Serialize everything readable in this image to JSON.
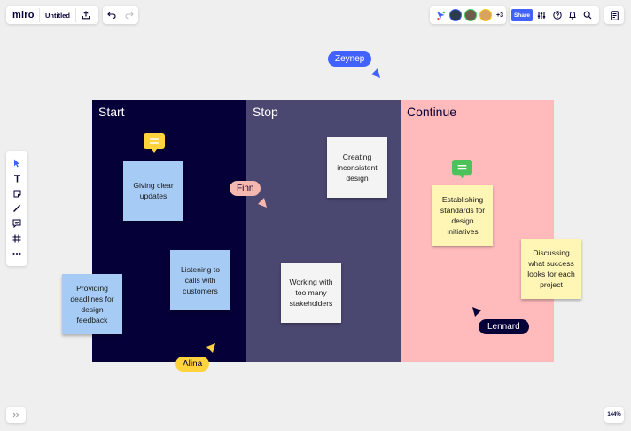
{
  "header": {
    "logo": "miro",
    "board_title": "Untitled",
    "share_label": "Share",
    "collaborators_more": "+3"
  },
  "columns": [
    {
      "title": "Start",
      "color": "#050038"
    },
    {
      "title": "Stop",
      "color": "#4a4770"
    },
    {
      "title": "Continue",
      "color": "#ffbbbb"
    }
  ],
  "stickies": {
    "giving_clear_updates": "Giving clear updates",
    "listening_to_calls": "Listening to calls with customers",
    "providing_deadlines": "Providing deadlines for design feedback",
    "creating_inconsistent": "Creating inconsistent design",
    "working_with_stakeholders": "Working with too many stakeholders",
    "establishing_standards": "Establishing standards for design initiatives",
    "discussing_success": "Discussing what success looks for each project"
  },
  "cursors": {
    "zeynep": "Zeynep",
    "finn": "Finn",
    "alina": "Alina",
    "lennard": "Lennard"
  },
  "zoom": "144%",
  "colors": {
    "accent": "#4262ff",
    "sticky_blue": "#a6ccf5",
    "sticky_white": "#f4f4f4",
    "sticky_yellow": "#fff6b6",
    "comment_yellow": "#fed33b",
    "comment_green": "#4cc35a",
    "zeynep": "#4262ff",
    "finn": "#f5b8b0",
    "alina": "#fed33b",
    "lennard": "#050038"
  },
  "icons": [
    "upload-icon",
    "undo-icon",
    "redo-icon",
    "reaction-icon",
    "settings-sliders-icon",
    "help-icon",
    "bell-icon",
    "search-icon",
    "notes-icon",
    "cursor-icon",
    "text-icon",
    "sticky-note-icon",
    "pen-icon",
    "comment-icon",
    "frame-icon",
    "more-icon",
    "expand-icon"
  ]
}
